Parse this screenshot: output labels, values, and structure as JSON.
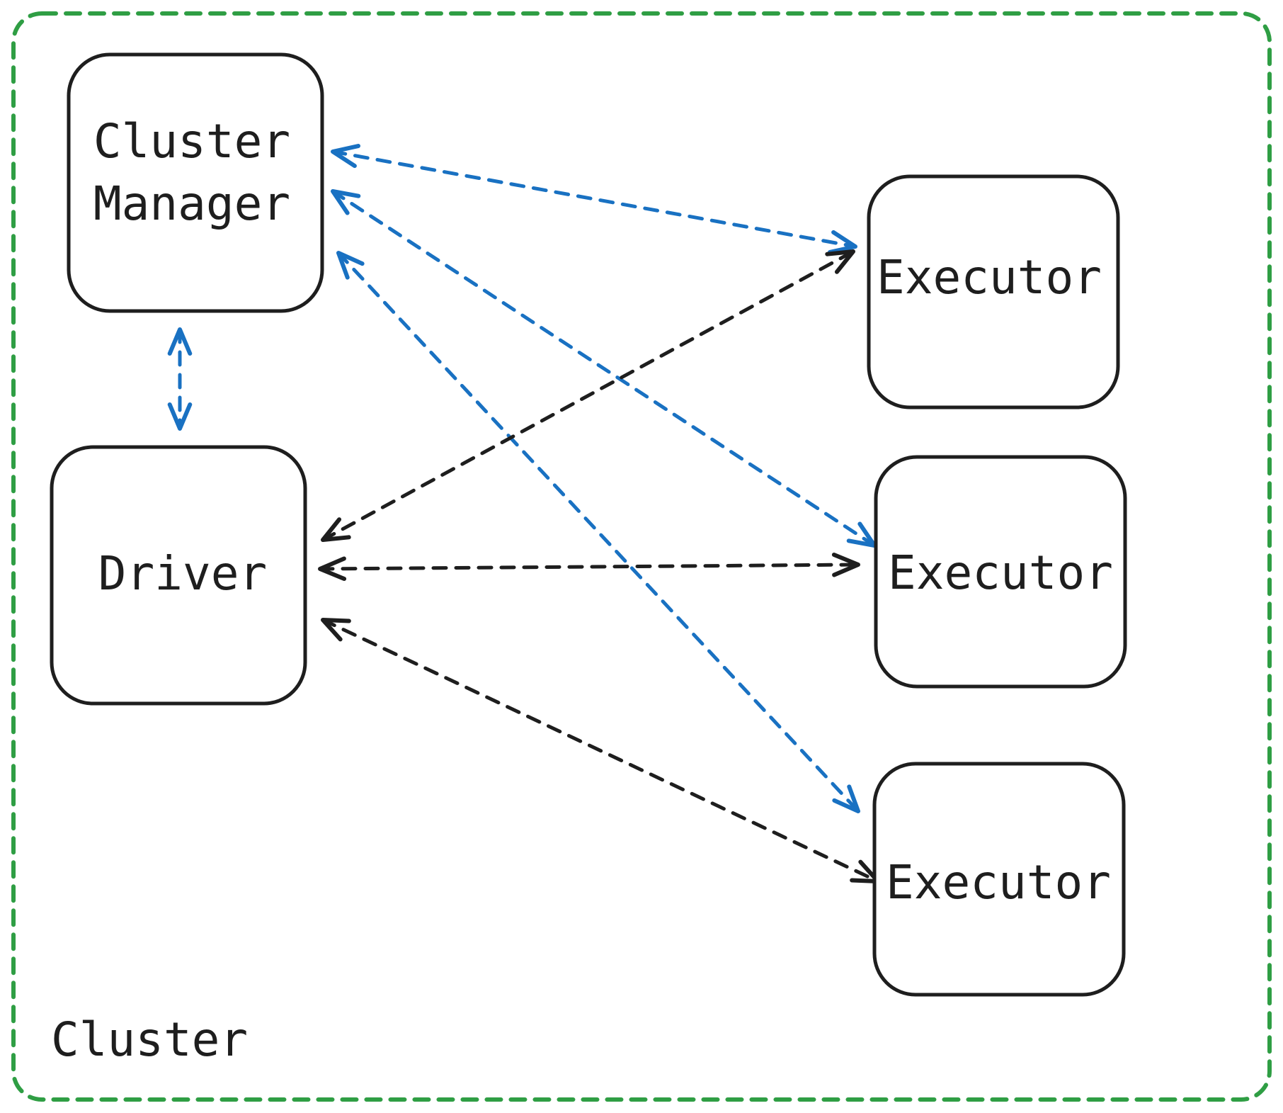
{
  "diagram": {
    "cluster": {
      "label": "Cluster",
      "border_color": "#2f9e44"
    },
    "nodes": {
      "cluster_manager": {
        "line1": "Cluster",
        "line2": "Manager"
      },
      "driver": {
        "label": "Driver"
      },
      "executor_1": {
        "label": "Executor"
      },
      "executor_2": {
        "label": "Executor"
      },
      "executor_3": {
        "label": "Executor"
      }
    },
    "edges": [
      {
        "from": "cluster_manager",
        "to": "driver",
        "bidirectional": true,
        "color": "#1971c2"
      },
      {
        "from": "cluster_manager",
        "to": "executor_1",
        "bidirectional": true,
        "color": "#1971c2"
      },
      {
        "from": "cluster_manager",
        "to": "executor_2",
        "bidirectional": true,
        "color": "#1971c2"
      },
      {
        "from": "cluster_manager",
        "to": "executor_3",
        "bidirectional": true,
        "color": "#1971c2"
      },
      {
        "from": "driver",
        "to": "executor_1",
        "bidirectional": true,
        "color": "#1e1e1e"
      },
      {
        "from": "driver",
        "to": "executor_2",
        "bidirectional": true,
        "color": "#1e1e1e"
      },
      {
        "from": "driver",
        "to": "executor_3",
        "bidirectional": true,
        "color": "#1e1e1e"
      }
    ],
    "colors": {
      "manager_links": "#1971c2",
      "driver_links": "#1e1e1e",
      "node_stroke": "#1e1e1e"
    }
  }
}
